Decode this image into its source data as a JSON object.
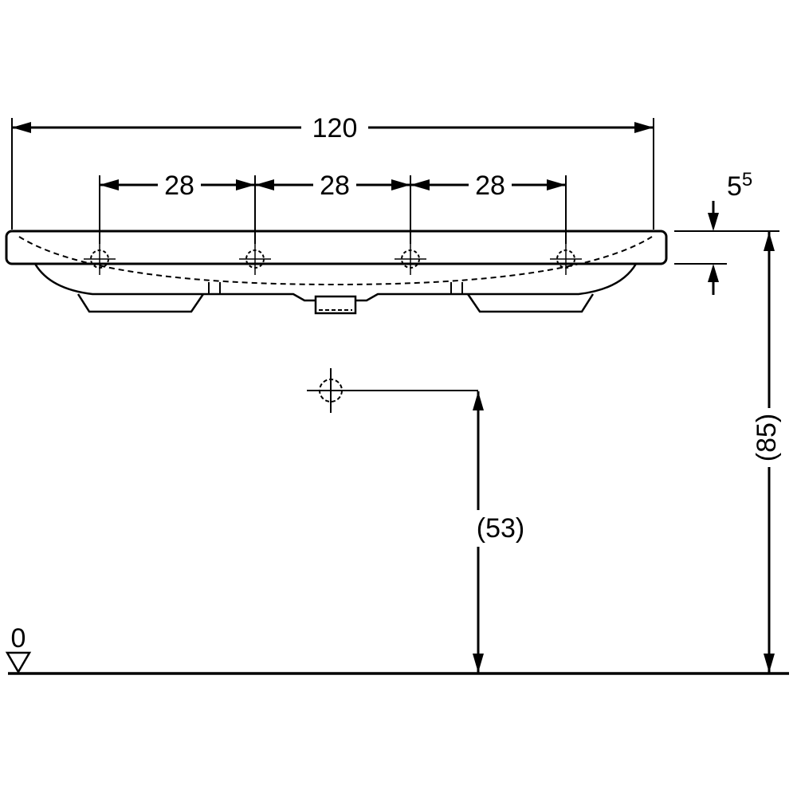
{
  "drawing": {
    "kind": "technical dimension drawing",
    "subject": "washbasin front elevation with tap hole spacing and installation heights",
    "background_color": "#ffffff",
    "line_color": "#000000",
    "labels": {
      "overall_width": "120",
      "tap_spacing_left": "28",
      "tap_spacing_center": "28",
      "tap_spacing_right": "28",
      "rim_thickness_main": "5",
      "rim_thickness_sup": "5",
      "drain_outlet_height": "(53)",
      "rim_height": "(85)",
      "datum_level": "0"
    }
  }
}
